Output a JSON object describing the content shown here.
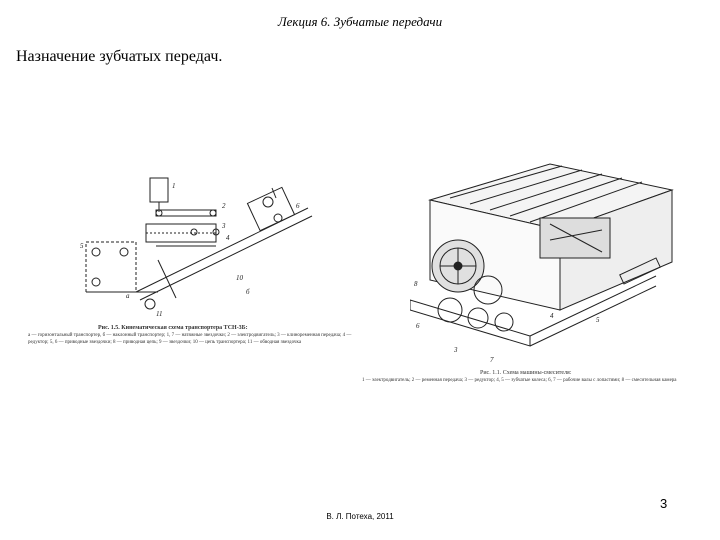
{
  "header": {
    "title": "Лекция 6. Зубчатые передачи"
  },
  "subtitle": "Назначение зубчатых передач.",
  "figure_left": {
    "caption_title": "Рис. 1.5. Кинематическая схема транспортера ТСН-3Б:",
    "caption_text": "а — горизонтальный транспортер, б — наклонный транспортер; 1, 7 — натяжные звездочки; 2 — электродвигатель; 3 — клиноременная передача; 4 — редуктор; 5, 6 — приводные звездочки; 8 — приводная цепь; 9 — звездочки; 10 — цепь транспортера; 11 — обводная звездочка"
  },
  "figure_right": {
    "caption_title": "Рис. 1.1. Схема машины-смесителя:",
    "caption_text": "1 — электродвигатель; 2 — ременная передача; 3 — редуктор; 4, 5 — зубчатые колеса; 6, 7 — рабочие валы с лопастями; 8 — смесительная камера"
  },
  "page_number": "3",
  "footer": "В. Л. Потеха, 2011"
}
